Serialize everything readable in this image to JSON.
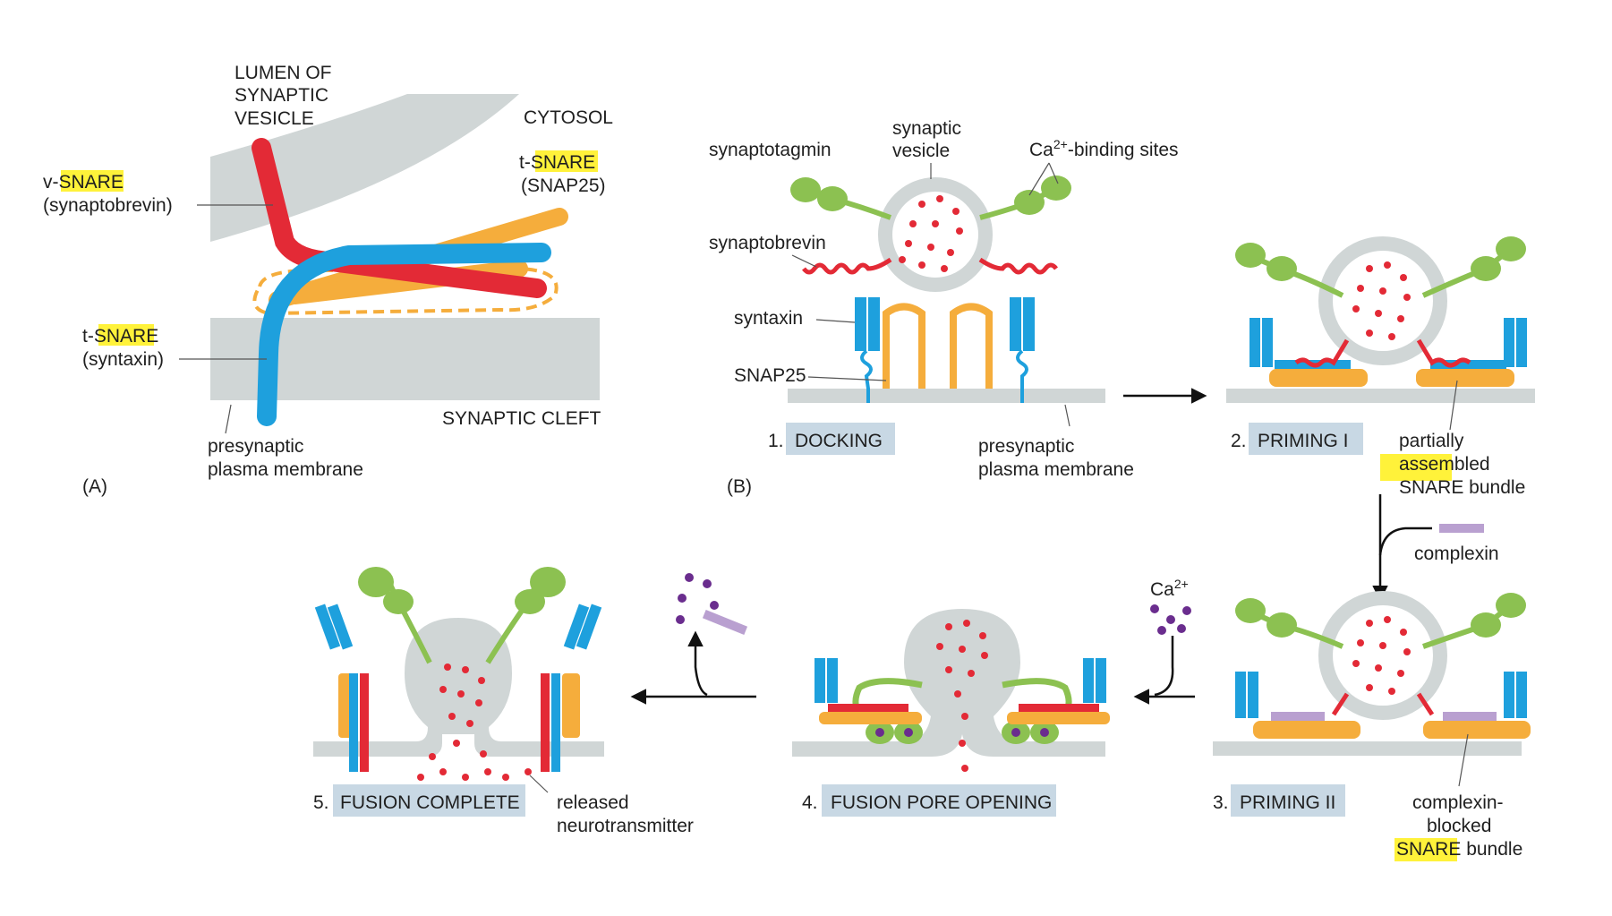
{
  "panel_a": {
    "label": "(A)",
    "lumen_line1": "LUMEN OF",
    "lumen_line2": "SYNAPTIC",
    "lumen_line3": "VESICLE",
    "cytosol": "CYTOSOL",
    "vsnare_prefix": "v-",
    "vsnare_hl": "SNARE",
    "vsnare_sub": "(synaptobrevin)",
    "tsnare1_prefix": "t-",
    "tsnare1_hl": "SNARE",
    "tsnare1_sub": "(SNAP25)",
    "tsnare2_prefix": "t-",
    "tsnare2_hl": "SNAR",
    "tsnare2_suffix": "E",
    "tsnare2_sub": "(syntaxin)",
    "cleft": "SYNAPTIC CLEFT",
    "membrane_line1": "presynaptic",
    "membrane_line2": "plasma membrane"
  },
  "panel_b": {
    "label": "(B)",
    "synaptotagmin": "synaptotagmin",
    "vesicle_line1": "synaptic",
    "vesicle_line2": "vesicle",
    "ca_sites_prefix": "Ca",
    "ca_sites_sup": "2+",
    "ca_sites_suffix": "-binding sites",
    "synaptobrevin": "synaptobrevin",
    "syntaxin": "syntaxin",
    "snap25": "SNAP25",
    "membrane_line1": "presynaptic",
    "membrane_line2": "plasma membrane",
    "partial_line1": "partially",
    "partial_hl": "assem",
    "partial_line2_rest": "bled",
    "partial_line3": "SNARE bundle",
    "complexin": "complexin",
    "ca_prefix": "Ca",
    "ca_sup": "2+",
    "blocked_line1": "complexin-",
    "blocked_line2": "blocked",
    "blocked_hl": "SNARE",
    "blocked_line3_rest": " bundle",
    "released_line1": "released",
    "released_line2": "neurotransmitter"
  },
  "steps": [
    {
      "num": "1.",
      "label": "DOCKING"
    },
    {
      "num": "2.",
      "label": "PRIMING I"
    },
    {
      "num": "3.",
      "label": "PRIMING II"
    },
    {
      "num": "4.",
      "label": "FUSION PORE OPENING"
    },
    {
      "num": "5.",
      "label": "FUSION COMPLETE"
    }
  ],
  "colors": {
    "synaptobrevin": "#e32a36",
    "syntaxin": "#1ea0dd",
    "snap25": "#f5ad3c",
    "synaptotagmin": "#8cc151",
    "complexin": "#b9a0d0",
    "calcium": "#6a2d8e",
    "membrane": "#d0d6d6",
    "step_box": "#c8d8e4",
    "highlight": "#fff23a"
  }
}
